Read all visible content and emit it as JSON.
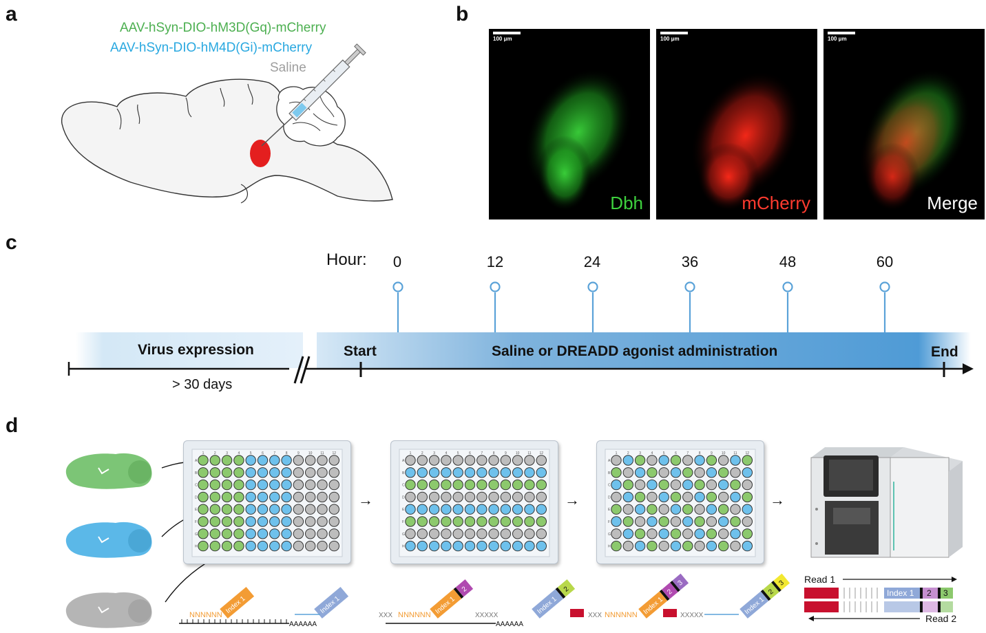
{
  "panels": {
    "a": "a",
    "b": "b",
    "c": "c",
    "d": "d"
  },
  "panel_a": {
    "viruses": [
      {
        "label": "AAV-hSyn-DIO-hM3D(Gq)-mCherry",
        "color": "#4caf50"
      },
      {
        "label": "AAV-hSyn-DIO-hM4D(Gi)-mCherry",
        "color": "#29a8e0"
      },
      {
        "label": "Saline",
        "color": "#9e9e9e"
      }
    ]
  },
  "panel_b": {
    "scale_text": "100 μm",
    "images": [
      {
        "label": "Dbh",
        "color": "#3ed13e"
      },
      {
        "label": "mCherry",
        "color": "#ff3b2f"
      },
      {
        "label": "Merge",
        "color": "#ffffff"
      }
    ]
  },
  "panel_c": {
    "hour_label": "Hour:",
    "hours": [
      "0",
      "12",
      "24",
      "36",
      "48",
      "60"
    ],
    "virus_expression": "Virus expression",
    "duration": "> 30 days",
    "start": "Start",
    "administration": "Saline or DREADD agonist administration",
    "end": "End"
  },
  "panel_d": {
    "brain_colors": [
      "#7cc576",
      "#5bb8e8",
      "#b5b5b5"
    ],
    "plate_arrow": "→",
    "row_letters": [
      "A",
      "B",
      "C",
      "D",
      "E",
      "F",
      "G",
      "H"
    ],
    "col_numbers": [
      "1",
      "2",
      "3",
      "4",
      "5",
      "6",
      "7",
      "8",
      "9",
      "10",
      "11",
      "12"
    ],
    "step1": {
      "umi": "NNNNNN",
      "index1": "Index 1",
      "polyA": "AAAAAA",
      "index1b": "Index 1"
    },
    "step2": {
      "xxx": "XXX",
      "umi": "NNNNNN",
      "index1": "Index 1",
      "i2": "2",
      "polyA": "AAAAAA",
      "xxxxx": "XXXXX",
      "index1b": "Index 1",
      "i2b": "2"
    },
    "step3": {
      "xxx": "XXX",
      "umi": "NNNNNN",
      "index1": "Index 1",
      "i2": "2",
      "i3": "3",
      "xxxxx": "XXXXX",
      "index1b": "Index 1",
      "i2b": "2",
      "i3b": "3"
    },
    "reads": {
      "read1": "Read 1",
      "read2": "Read 2",
      "index1": "Index 1",
      "i2": "2",
      "i3": "3"
    },
    "colors": {
      "green": "#8cc96d",
      "blue": "#6ec1ec",
      "gray": "#bdbdbd",
      "orange": "#f39c34",
      "lavender": "#8fa8d8",
      "magenta": "#b04ab0",
      "lime": "#b8d84a",
      "yellow": "#f2e830",
      "purple": "#9a6bc2",
      "red": "#c8102e"
    }
  }
}
